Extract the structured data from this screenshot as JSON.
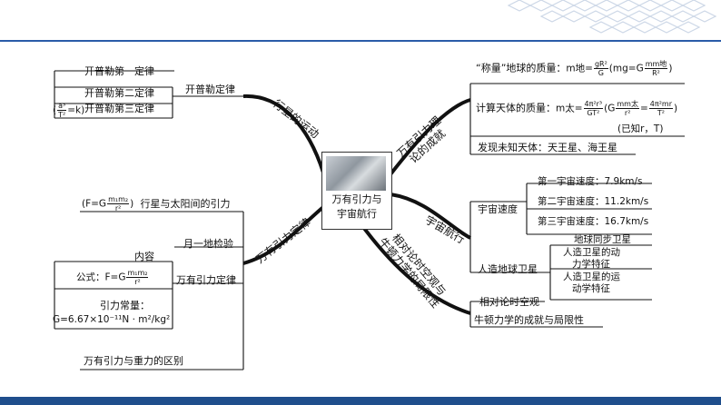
{
  "center": {
    "line1": "万有引力与",
    "line2": "宇宙航行"
  },
  "branches": {
    "planet_motion": "行星的运动",
    "gravitation_law": "万有引力定律",
    "theory_achievements": {
      "line1": "万有引力理",
      "line2": "论的成就"
    },
    "cosmic_navigation": "宇宙航行",
    "relativity": {
      "line1": "相对论时空观与",
      "line2": "牛顿力学的局限性"
    }
  },
  "kepler": {
    "node": "开普勒定律",
    "first": "开普勒第一定律",
    "second": "开普勒第二定律",
    "third": "开普勒第三定律",
    "third_formula": {
      "open": "(",
      "num": "a³",
      "den": "T²",
      "rest": "=k)"
    }
  },
  "gravitation": {
    "sun_planet": {
      "prefix": "(F=G",
      "num": "m₁m₂",
      "den": "r²",
      "suffix": ")",
      "label": "行星与太阳间的引力"
    },
    "moon_earth_test": "月一地检验",
    "content": "内容",
    "formula": {
      "prefix": "公式：F=G",
      "num": "m₁m₂",
      "den": "r²"
    },
    "law_node": "万有引力定律",
    "constant_label": "引力常量：",
    "constant_value": "G=6.67×10⁻¹¹N · m²/kg²",
    "weight_difference": "万有引力与重力的区别"
  },
  "achievements": {
    "weigh_earth": {
      "label": "“称量”地球的质量：",
      "lhs": "m地=",
      "num1": "gR²",
      "den1": "G",
      "mid": "(mg=G",
      "num2": "mm地",
      "den2": "R²",
      "end": ")"
    },
    "celestial_mass": {
      "label": "计算天体的质量：",
      "lhs": "m太=",
      "num1": "4π²r³",
      "den1": "GT²",
      "mid": "(G",
      "num2": "mm太",
      "den2": "r²",
      "eq": "=",
      "num3": "4π²mr",
      "den3": "T²",
      "end": ")"
    },
    "known": "(已知r，T)",
    "discovery": "发现未知天体：天王星、海王星"
  },
  "navigation": {
    "cosmic_speed": "宇宙速度",
    "first_speed": "第一宇宙速度：7.9km/s",
    "second_speed": "第二宇宙速度：11.2km/s",
    "third_speed": "第三宇宙速度：16.7km/s",
    "satellites": "人造地球卫星",
    "geo_sync": "地球同步卫星",
    "dynamics": {
      "line1": "人造卫星的动",
      "line2": "力学特征"
    },
    "kinematics": {
      "line1": "人造卫星的运",
      "line2": "动学特征"
    }
  },
  "relativity_leaves": {
    "spacetime": "相对论时空观",
    "newton_limits": "牛顿力学的成就与局限性"
  },
  "colors": {
    "header": "#2a5ca8",
    "footer": "#1f4e8c",
    "line": "#111111"
  }
}
